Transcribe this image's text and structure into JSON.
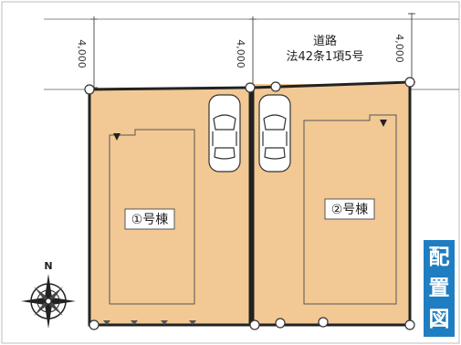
{
  "colors": {
    "lot_fill": "#f2c994",
    "boundary": "#222222",
    "building_outline": "#555555",
    "badge": "#1f7ec2"
  },
  "road": {
    "title": "道路",
    "legal": "法42条1項5号"
  },
  "dimensions": {
    "left_width": "4,000",
    "mid_width": "4,000",
    "right_width": "4,000"
  },
  "lots": [
    {
      "label": "①号棟"
    },
    {
      "label": "②号棟"
    }
  ],
  "compass": {
    "north": "N"
  },
  "badge": {
    "chars": [
      "配",
      "置",
      "図"
    ]
  },
  "icons": [
    "car-icon",
    "compass-rose-icon",
    "entrance-triangle-icon"
  ]
}
